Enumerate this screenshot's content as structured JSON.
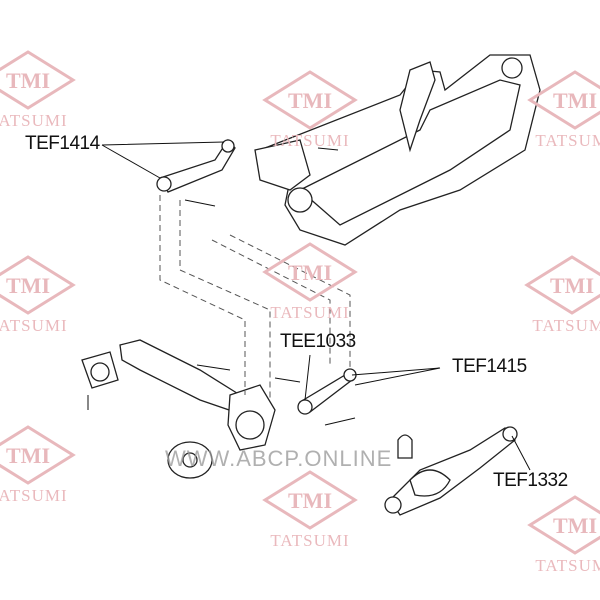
{
  "watermark": {
    "logo_text": "TMI",
    "brand_text": "TATSUMI",
    "url_text": "WWW.ABCP.ONLINE"
  },
  "callouts": [
    {
      "part_number": "TEF1414"
    },
    {
      "part_number": "TEE1033"
    },
    {
      "part_number": "TEF1415"
    },
    {
      "part_number": "TEF1332"
    }
  ],
  "colors": {
    "watermark": "#e8b8bc",
    "line": "#222222"
  }
}
